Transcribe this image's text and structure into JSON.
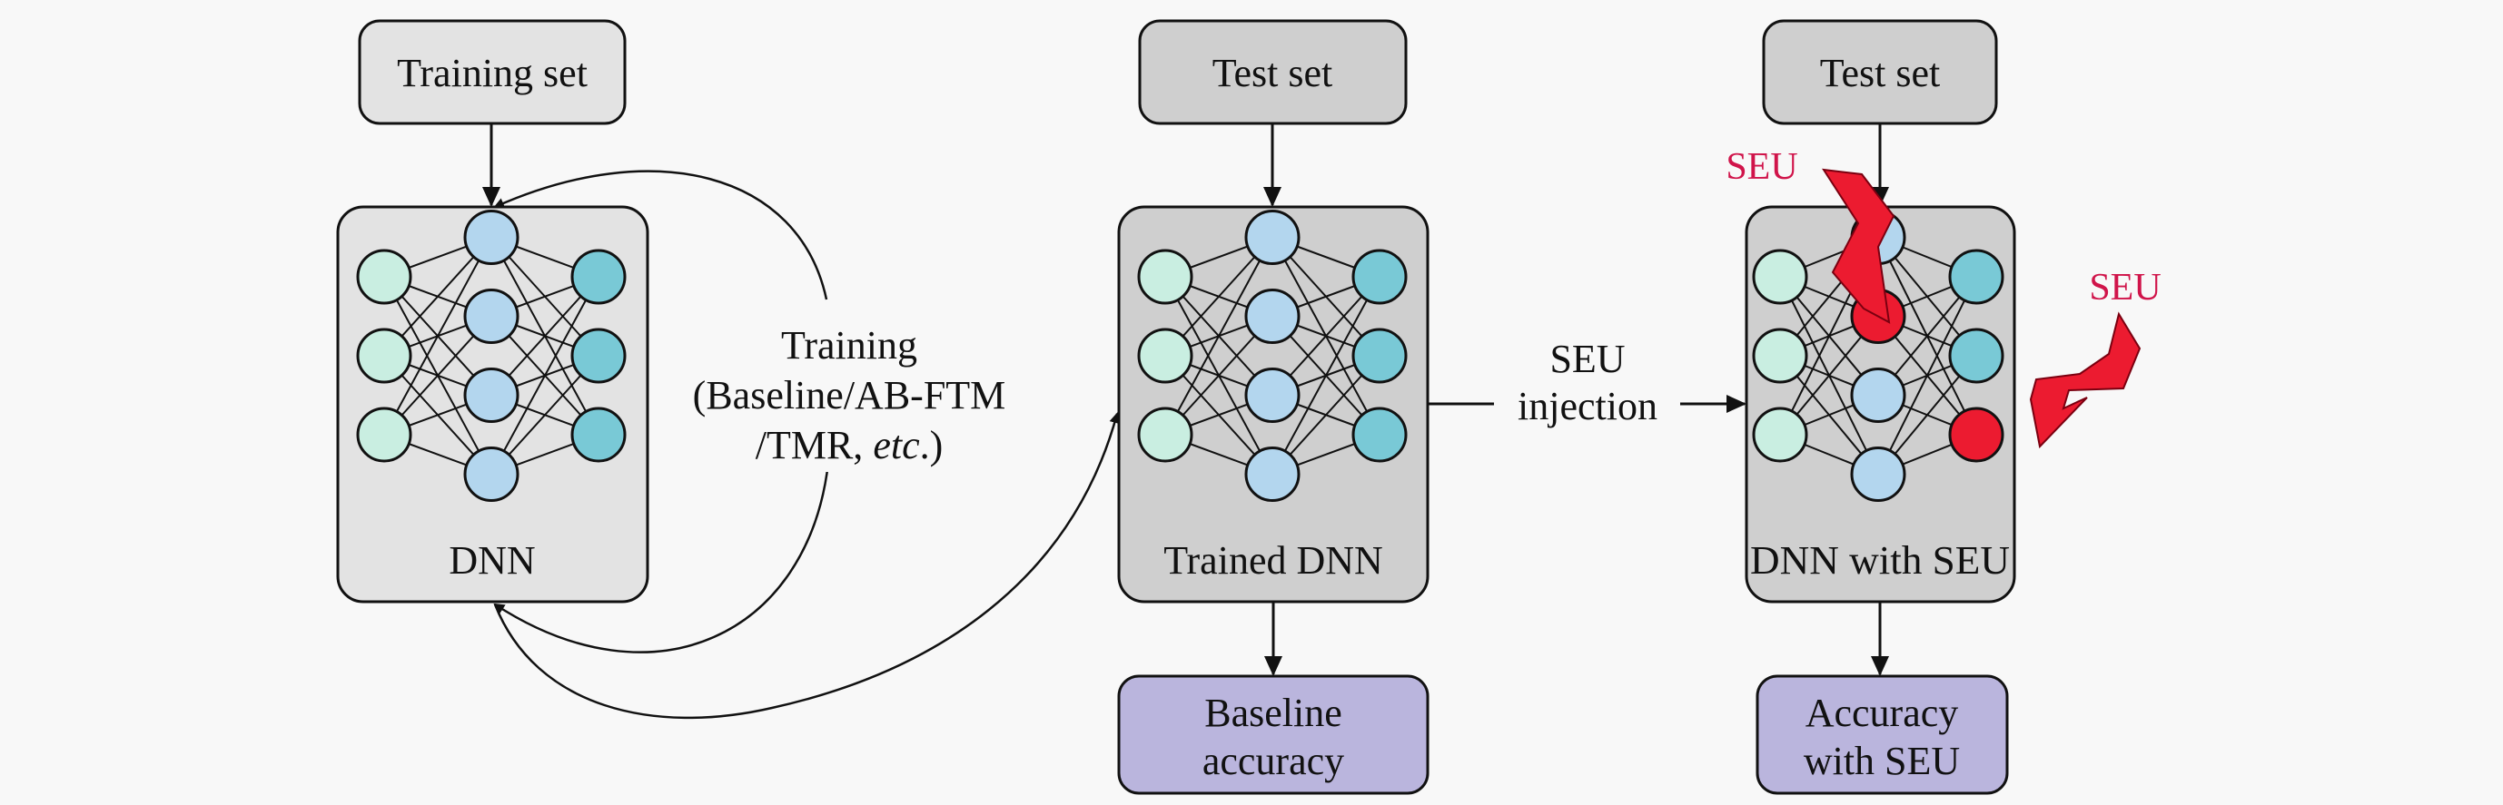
{
  "colors": {
    "background": "#f8f8f8",
    "dnn_box": "#e3e3e3",
    "trained_box": "#cfcfcf",
    "input_box": "#e3e3e3",
    "test_box": "#cfcfcf",
    "result_box": "#bab5dd",
    "node_input": "#c9eee1",
    "node_hidden": "#b3d6ee",
    "node_output": "#79c9d6",
    "seu": "#ec1b30",
    "seu_text": "#d0144a"
  },
  "stages": {
    "training": {
      "input_label": "Training set",
      "model_label": "DNN",
      "loop_label_line1": "Training",
      "loop_label_line2": "(Baseline/AB-FTM",
      "loop_label_line3_prefix": "/TMR, ",
      "loop_label_line3_italic": "etc",
      "loop_label_line3_suffix": ".)"
    },
    "evaluation": {
      "input_label": "Test set",
      "model_label": "Trained DNN",
      "result_line1": "Baseline",
      "result_line2": "accuracy"
    },
    "injection": {
      "arrow_label_line1": "SEU",
      "arrow_label_line2": "injection"
    },
    "faulty": {
      "input_label": "Test set",
      "model_label": "DNN with SEU",
      "seu_label_1": "SEU",
      "seu_label_2": "SEU",
      "result_line1": "Accuracy",
      "result_line2": "with SEU"
    }
  },
  "network": {
    "layers": [
      3,
      4,
      3
    ],
    "faulty_nodes": [
      [
        1,
        1
      ],
      [
        2,
        2
      ]
    ]
  }
}
